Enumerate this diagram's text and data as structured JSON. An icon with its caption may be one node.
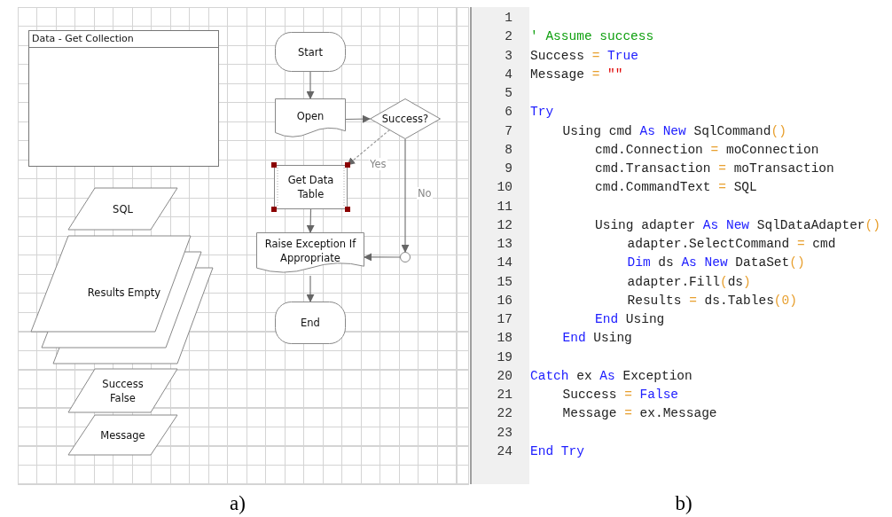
{
  "diagram": {
    "nodes": [
      {
        "text": [
          "Data - Get Collection"
        ]
      },
      {
        "text": [
          "SQL"
        ]
      },
      {
        "text": [
          "Results Empty"
        ]
      },
      {
        "text": [
          "Success False"
        ]
      },
      {
        "text": [
          "Message"
        ]
      },
      {
        "text": [
          "Start"
        ]
      },
      {
        "text": [
          "Open"
        ]
      },
      {
        "text": [
          "Success?"
        ]
      },
      {
        "text": [
          "Get Data Table"
        ]
      },
      {
        "text": [
          "Raise Exception If Appropriate"
        ]
      },
      {
        "text": [
          "End"
        ]
      },
      {
        "text": [],
        "shape": "circle"
      }
    ],
    "edges": [
      {
        "from": 5,
        "to": 6,
        "arrow": "to"
      },
      {
        "from": 6,
        "to": 7,
        "arrow": "to"
      },
      {
        "from": 7,
        "to": 8,
        "arrow": "to",
        "label": "Yes",
        "style": "dashed"
      },
      {
        "from": 7,
        "to": 11,
        "arrow": "to",
        "label": "No"
      },
      {
        "from": 11,
        "to": 9,
        "arrow": "to"
      },
      {
        "from": 8,
        "to": 9,
        "arrow": "to"
      },
      {
        "from": 9,
        "to": 10,
        "arrow": "to"
      }
    ],
    "labels": [
      "1",
      "2",
      "' Assume success",
      "3",
      "Success = True",
      "4",
      "Message = \"\"",
      "5",
      "6",
      "Try",
      "7",
      "Using cmd As New SqlCommand()",
      "8",
      "cmd.Connection = moConnection",
      "9",
      "cmd.Transaction = moTransaction",
      "10",
      "cmd.CommandText = SQL",
      "11",
      "12",
      "Using adapter As New SqlDataAdapter()",
      "13",
      "adapter.SelectCommand = cmd",
      "14",
      "Dim ds As New DataSet()",
      "15",
      "adapter.Fill(ds)",
      "16",
      "Results = ds.Tables(0)",
      "17",
      "End Using",
      "18",
      "End Using",
      "19",
      "20",
      "Catch ex As Exception",
      "21",
      "Success = False",
      "22",
      "Message = ex.Message",
      "23",
      "24",
      "End Try",
      "a)",
      "b)"
    ]
  }
}
